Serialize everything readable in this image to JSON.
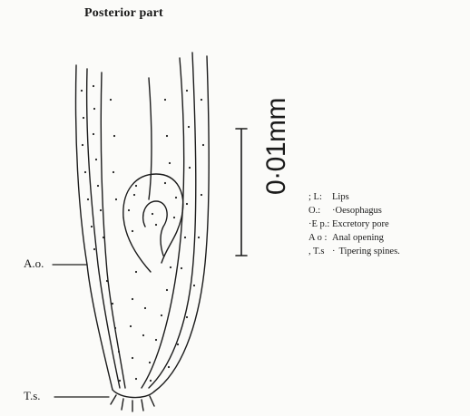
{
  "figure": {
    "title": "Posterior part",
    "scale_bar": "0·01mm",
    "labels": {
      "anal_opening": "A.o.",
      "tipering_spines": "T.s."
    },
    "legend": [
      {
        "key": "; L:",
        "sep": "",
        "text": "Lips"
      },
      {
        "key": "O.:",
        "sep": "",
        "text": "·Oesophagus"
      },
      {
        "key": "·E p.:",
        "sep": "",
        "text": "Excretory pore"
      },
      {
        "key": "A o :",
        "sep": "",
        "text": "Anal  opening"
      },
      {
        "key": ", T.s",
        "sep": "·",
        "text": "Tipering spines."
      }
    ]
  }
}
